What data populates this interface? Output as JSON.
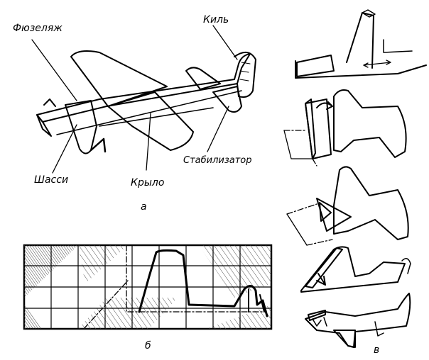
{
  "labels": {
    "fuselage": "Фюзеляж",
    "keel": "Киль",
    "stabilizer": "Стабилизатор",
    "gear": "Шасси",
    "wing": "Крыло"
  },
  "panel_letters": {
    "a": "а",
    "b": "б",
    "c": "в"
  },
  "colors": {
    "ink": "#000000",
    "paper": "#ffffff",
    "hatch": "#555555"
  }
}
